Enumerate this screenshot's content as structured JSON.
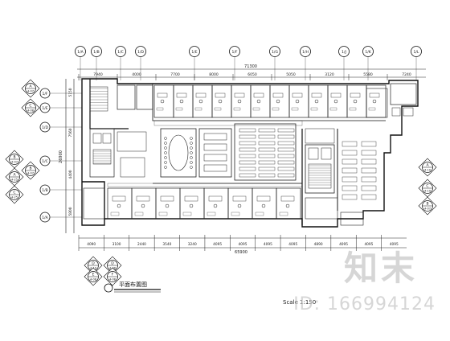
{
  "plan": {
    "title": "平面布置图",
    "scale": "Scale 1:150",
    "total_top": "71300",
    "total_bottom": "65900",
    "left_total": "26900",
    "top_dims": [
      "7940",
      "4000",
      "7700",
      "8000",
      "6050",
      "5050",
      "3120",
      "5580",
      "7240"
    ],
    "bottom_dims": [
      "4090",
      "3100",
      "2440",
      "3540",
      "3240",
      "4095",
      "4095",
      "4095",
      "4095",
      "4890",
      "4095",
      "4095",
      "4095"
    ],
    "left_dims": [
      "5150",
      "7560",
      "4400",
      "5800"
    ],
    "col_axes": [
      "1/A",
      "1/B",
      "1/C",
      "1/D",
      "1/E",
      "1/F",
      "1/G",
      "1/H",
      "1/J",
      "1/K",
      "1/L"
    ],
    "row_axes": [
      "1/F",
      "1/E",
      "1/D",
      "1/C",
      "1/B",
      "1/A"
    ],
    "section_marks": [
      {
        "top": "A",
        "bottom": "4-07"
      },
      {
        "top": "C",
        "bottom": "4-08"
      },
      {
        "top": "B",
        "bottom": "4-07"
      },
      {
        "top": "A",
        "bottom": "4-25"
      },
      {
        "top": "C",
        "bottom": "4-25"
      },
      {
        "top": "B",
        "bottom": "4-07"
      },
      {
        "top": "A",
        "bottom": "4-10"
      },
      {
        "top": "C",
        "bottom": "4-19"
      },
      {
        "top": "B",
        "bottom": "4-07"
      },
      {
        "top": "D",
        "bottom": "4-19"
      },
      {
        "top": "D",
        "bottom": "4-08"
      },
      {
        "top": "E",
        "bottom": "4-08"
      },
      {
        "top": "F",
        "bottom": "4-08"
      }
    ]
  },
  "watermark": {
    "logo": "知末",
    "id": "ID: 166994124"
  }
}
